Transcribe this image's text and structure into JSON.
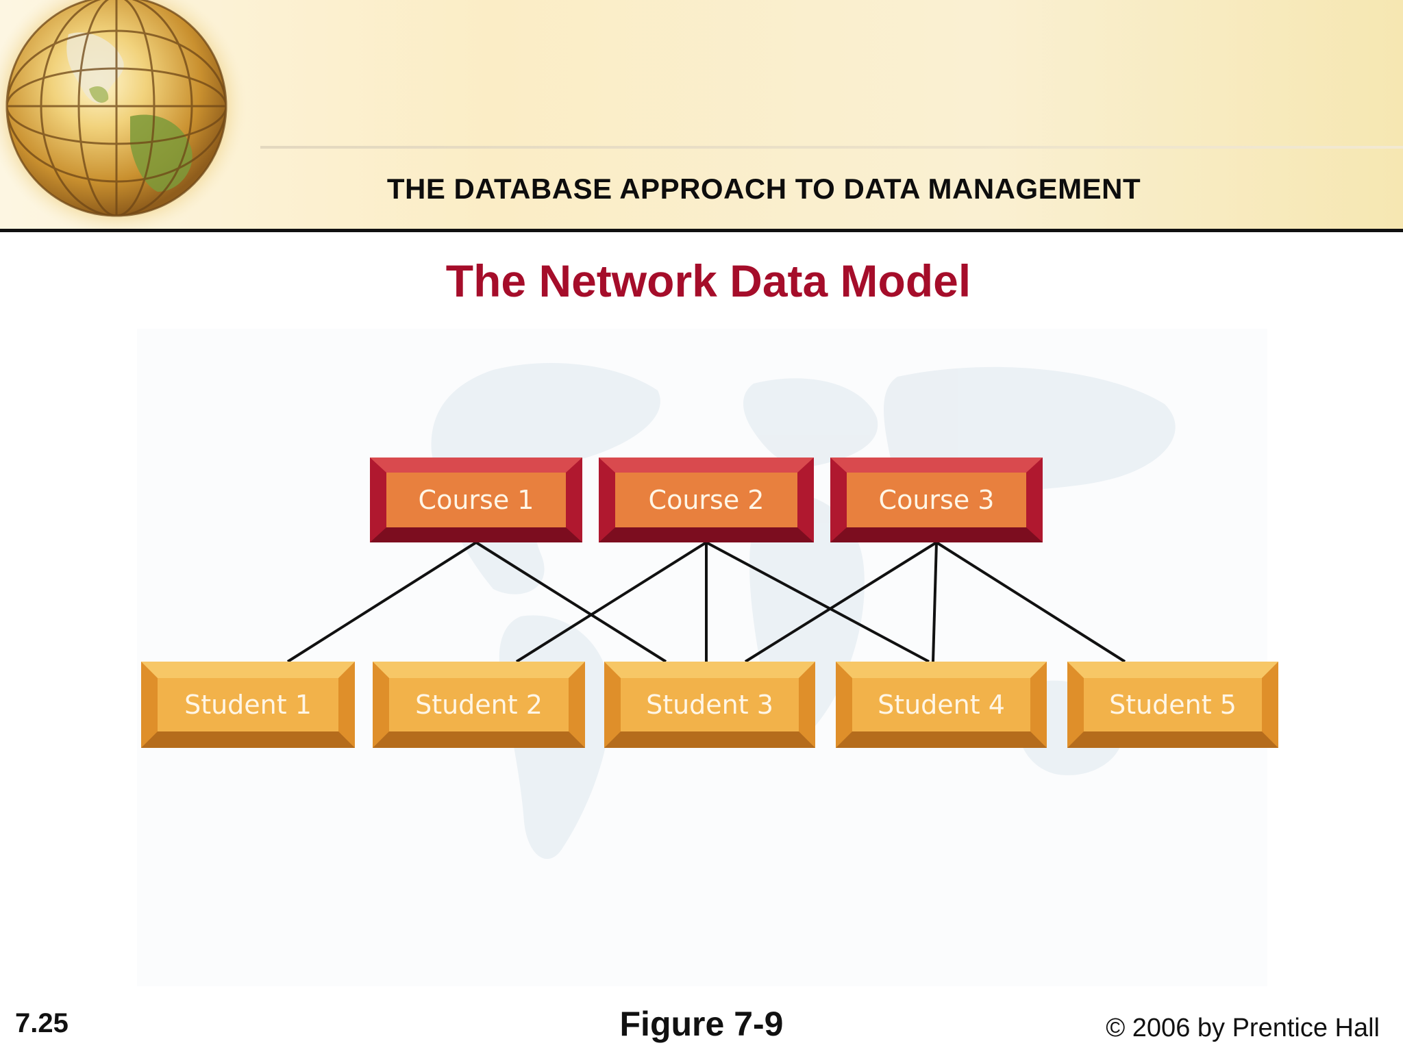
{
  "header": {
    "title": "THE DATABASE APPROACH TO DATA MANAGEMENT"
  },
  "slide": {
    "title": "The Network Data Model"
  },
  "diagram": {
    "courses": [
      {
        "id": "c1",
        "label": "Course 1"
      },
      {
        "id": "c2",
        "label": "Course 2"
      },
      {
        "id": "c3",
        "label": "Course 3"
      }
    ],
    "students": [
      {
        "id": "s1",
        "label": "Student 1"
      },
      {
        "id": "s2",
        "label": "Student 2"
      },
      {
        "id": "s3",
        "label": "Student 3"
      },
      {
        "id": "s4",
        "label": "Student 4"
      },
      {
        "id": "s5",
        "label": "Student 5"
      }
    ],
    "links": [
      [
        "c1",
        "s1"
      ],
      [
        "c1",
        "s3"
      ],
      [
        "c2",
        "s2"
      ],
      [
        "c2",
        "s3"
      ],
      [
        "c2",
        "s4"
      ],
      [
        "c3",
        "s3"
      ],
      [
        "c3",
        "s4"
      ],
      [
        "c3",
        "s5"
      ]
    ],
    "colors": {
      "course_outer": "#b0182f",
      "course_inner": "#e8803e",
      "student_outer": "#df8f2a",
      "student_inner": "#f2b24a",
      "link": "#111111"
    }
  },
  "footer": {
    "slide_number": "7.25",
    "figure": "Figure 7-9",
    "copyright": "© 2006 by Prentice Hall"
  }
}
